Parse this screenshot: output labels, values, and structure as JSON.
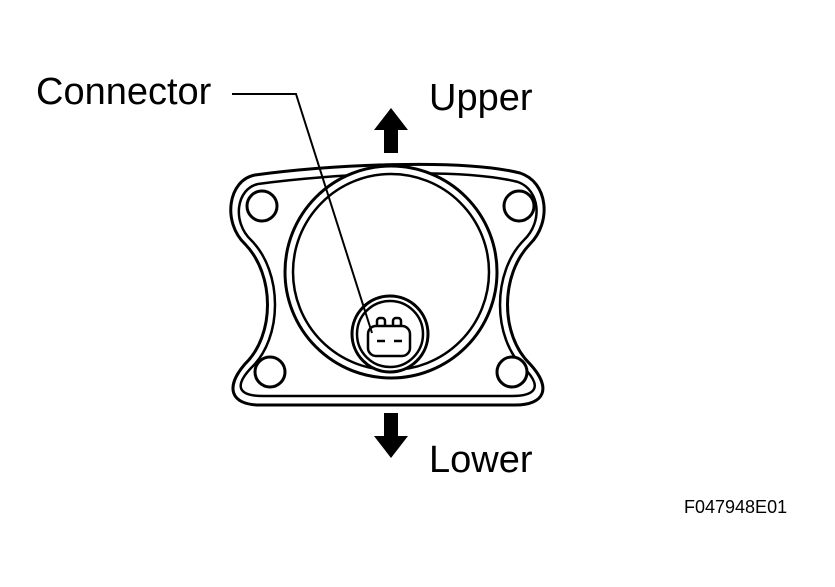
{
  "labels": {
    "connector": "Connector",
    "upper": "Upper",
    "lower": "Lower",
    "figure_code": "F047948E01"
  },
  "colors": {
    "ink": "#000000",
    "paper": "#ffffff"
  }
}
